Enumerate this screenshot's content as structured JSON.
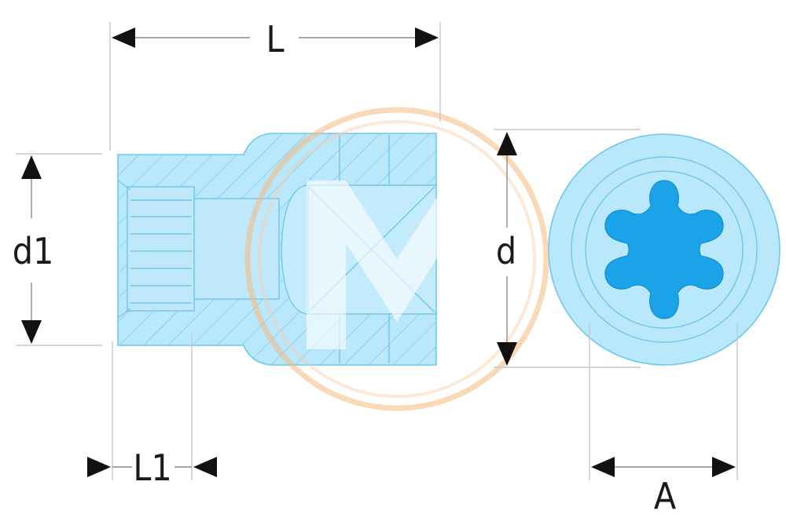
{
  "diagram": {
    "subject": "torx-socket-dimension-drawing",
    "labels": {
      "overall_length": "L",
      "drive_end_length": "L1",
      "drive_end_diameter": "d1",
      "body_diameter": "d",
      "torx_size": "A"
    },
    "colors": {
      "part_fill": "#b9e7fb",
      "part_outline": "#6fc7ee",
      "torx_fill": "#1aa3e8",
      "dimension_ink": "#111111",
      "watermark": "#f6b97e"
    },
    "icons": {
      "watermark": "m-logo-watermark-icon"
    }
  }
}
